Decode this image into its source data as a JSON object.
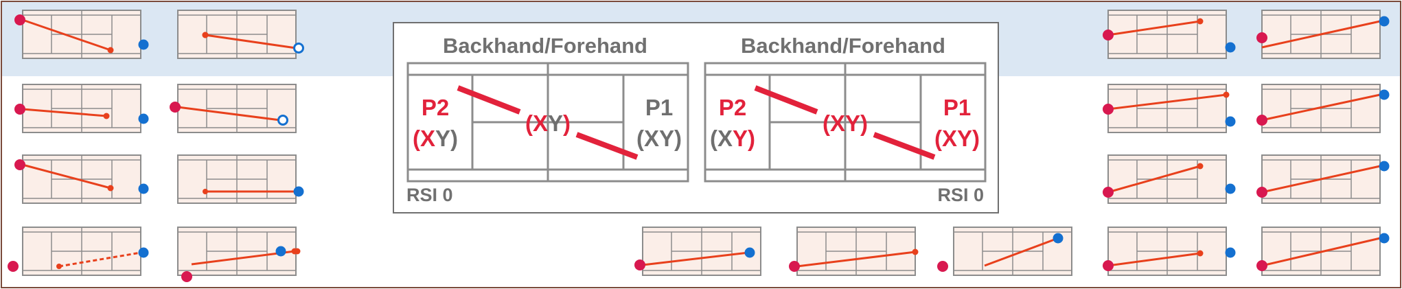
{
  "colors": {
    "accent_red": "#e2223b",
    "shot_orange": "#e8401c",
    "player_magenta": "#d8184f",
    "player_blue": "#1470d0",
    "highlight_band": "#dbe7f3",
    "court_fill": "#fbeee8",
    "court_line": "#8c8c8c",
    "label_gray": "#6f6f6f",
    "frame": "#7a4a3a"
  },
  "legend": {
    "left": {
      "title": "Backhand/Forehand",
      "p2": "P2",
      "p2_tag": {
        "open": "(",
        "x": "X",
        "y": "Y",
        "close": ")"
      },
      "center_tag": {
        "open": "(",
        "x": "X",
        "y": "Y",
        "close": ")"
      },
      "p1": "P1",
      "p1_tag": {
        "open": "(",
        "x": "X",
        "y": "Y",
        "close": ")"
      },
      "rsi": "RSI 0"
    },
    "right": {
      "title": "Backhand/Forehand",
      "p2": "P2",
      "p2_tag": {
        "open": "(",
        "x": "X",
        "y": "Y",
        "close": ")"
      },
      "center_tag": {
        "open": "(",
        "x": "X",
        "y": "Y",
        "close": ")"
      },
      "p1": "P1",
      "p1_tag": {
        "open": "(",
        "x": "X",
        "y": "Y",
        "close": ")"
      },
      "rsi": "RSI 0"
    }
  }
}
